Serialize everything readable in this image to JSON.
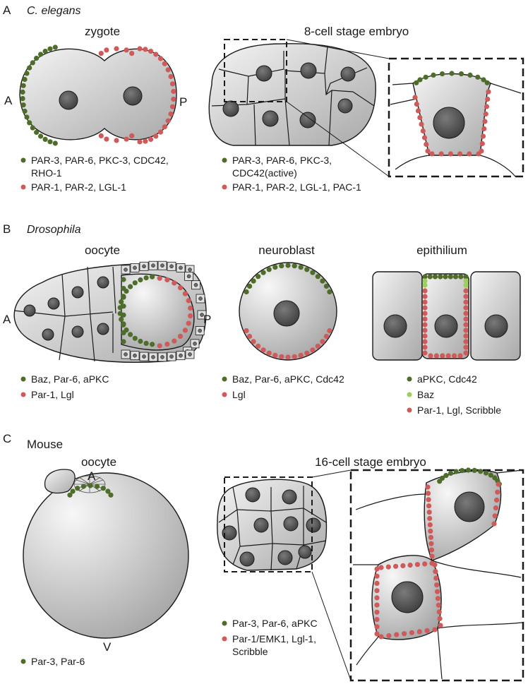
{
  "colors": {
    "green": "#4f6d2a",
    "red": "#cf5a5a",
    "lightgreen": "#9dcf5c",
    "cell": "#dcdcdc",
    "nucleus": "#5a5a5a",
    "outline": "#1a1a1a"
  },
  "sectionA": {
    "letter": "A",
    "organism": "C. elegans",
    "zygote": {
      "title": "zygote",
      "anterior": "A",
      "posterior": "P"
    },
    "embryo": {
      "title": "8-cell stage embryo"
    },
    "legend_left": [
      {
        "color": "green",
        "lines": [
          "PAR-3, PAR-6, PKC-3, CDC42,",
          "RHO-1"
        ]
      },
      {
        "color": "red",
        "lines": [
          "PAR-1, PAR-2, LGL-1"
        ]
      }
    ],
    "legend_right": [
      {
        "color": "green",
        "lines": [
          "PAR-3, PAR-6, PKC-3,",
          "CDC42(active)"
        ]
      },
      {
        "color": "red",
        "lines": [
          "PAR-1, PAR-2, LGL-1, PAC-1"
        ]
      }
    ]
  },
  "sectionB": {
    "letter": "B",
    "organism": "Drosophila",
    "oocyte": {
      "title": "oocyte",
      "anterior": "A",
      "posterior": "P"
    },
    "neuroblast": {
      "title": "neuroblast"
    },
    "epithelium": {
      "title": "epithilium"
    },
    "legend_oocyte": [
      {
        "color": "green",
        "lines": [
          "Baz, Par-6, aPKC"
        ]
      },
      {
        "color": "red",
        "lines": [
          "Par-1, Lgl"
        ]
      }
    ],
    "legend_neuroblast": [
      {
        "color": "green",
        "lines": [
          "Baz, Par-6, aPKC, Cdc42"
        ]
      },
      {
        "color": "red",
        "lines": [
          "Lgl"
        ]
      }
    ],
    "legend_epithelium": [
      {
        "color": "green",
        "lines": [
          "aPKC, Cdc42"
        ]
      },
      {
        "color": "lightgreen",
        "lines": [
          "Baz"
        ]
      },
      {
        "color": "red",
        "lines": [
          "Par-1, Lgl, Scribble"
        ]
      }
    ]
  },
  "sectionC": {
    "letter": "C",
    "organism": "Mouse",
    "oocyte": {
      "title": "oocyte",
      "animal": "A",
      "vegetal": "V"
    },
    "embryo": {
      "title": "16-cell stage embryo"
    },
    "legend_left": [
      {
        "color": "green",
        "lines": [
          "Par-3, Par-6"
        ]
      }
    ],
    "legend_right": [
      {
        "color": "green",
        "lines": [
          "Par-3, Par-6, aPKC"
        ]
      },
      {
        "color": "red",
        "lines": [
          "Par-1/EMK1, Lgl-1,",
          "Scribble"
        ]
      }
    ]
  }
}
